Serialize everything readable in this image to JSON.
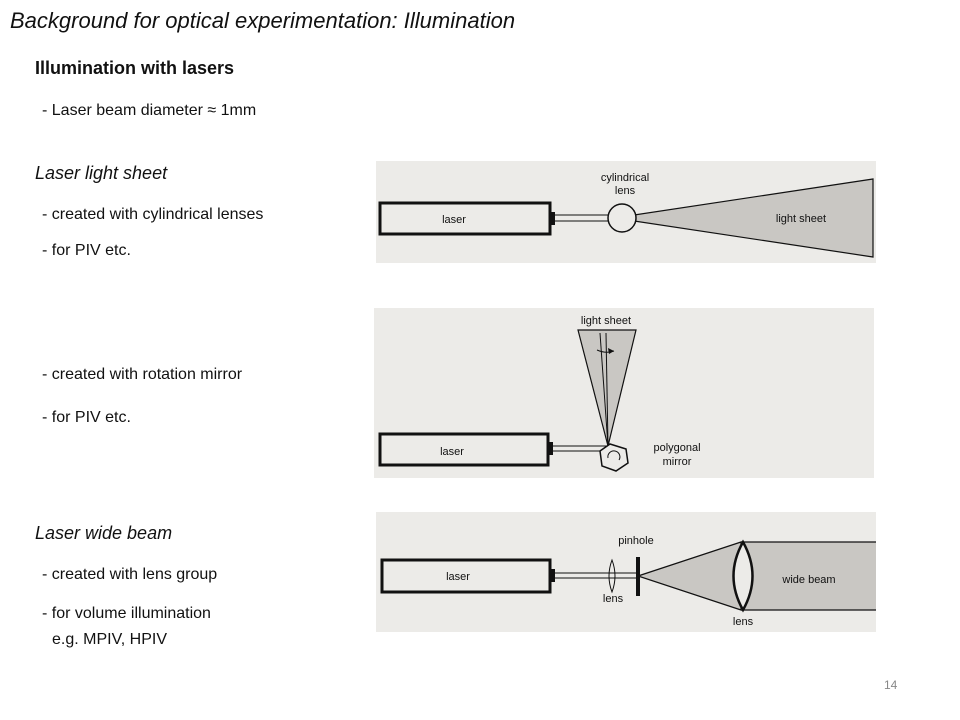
{
  "slide": {
    "title": "Background for optical experimentation: Illumination",
    "heading": "Illumination with lasers",
    "beam_note": "- Laser beam diameter ≈ 1mm",
    "page_number": "14"
  },
  "sheet_section": {
    "heading": "Laser light sheet",
    "bullet1": "- created with cylindrical lenses",
    "bullet2": "- for PIV etc."
  },
  "mirror_section": {
    "bullet1": "- created with rotation mirror",
    "bullet2": "- for PIV etc."
  },
  "wide_section": {
    "heading": "Laser wide beam",
    "bullet1": "- created with lens group",
    "bullet2": "- for volume illumination",
    "bullet3": "e.g. MPIV, HPIV"
  },
  "diagram1": {
    "laser": "laser",
    "lens_line1": "cylindrical",
    "lens_line2": "lens",
    "sheet": "light sheet"
  },
  "diagram2": {
    "laser": "laser",
    "sheet": "light sheet",
    "mirror_line1": "polygonal",
    "mirror_line2": "mirror"
  },
  "diagram3": {
    "laser": "laser",
    "pinhole": "pinhole",
    "lens_small": "lens",
    "lens_big": "lens",
    "beam": "wide beam"
  }
}
